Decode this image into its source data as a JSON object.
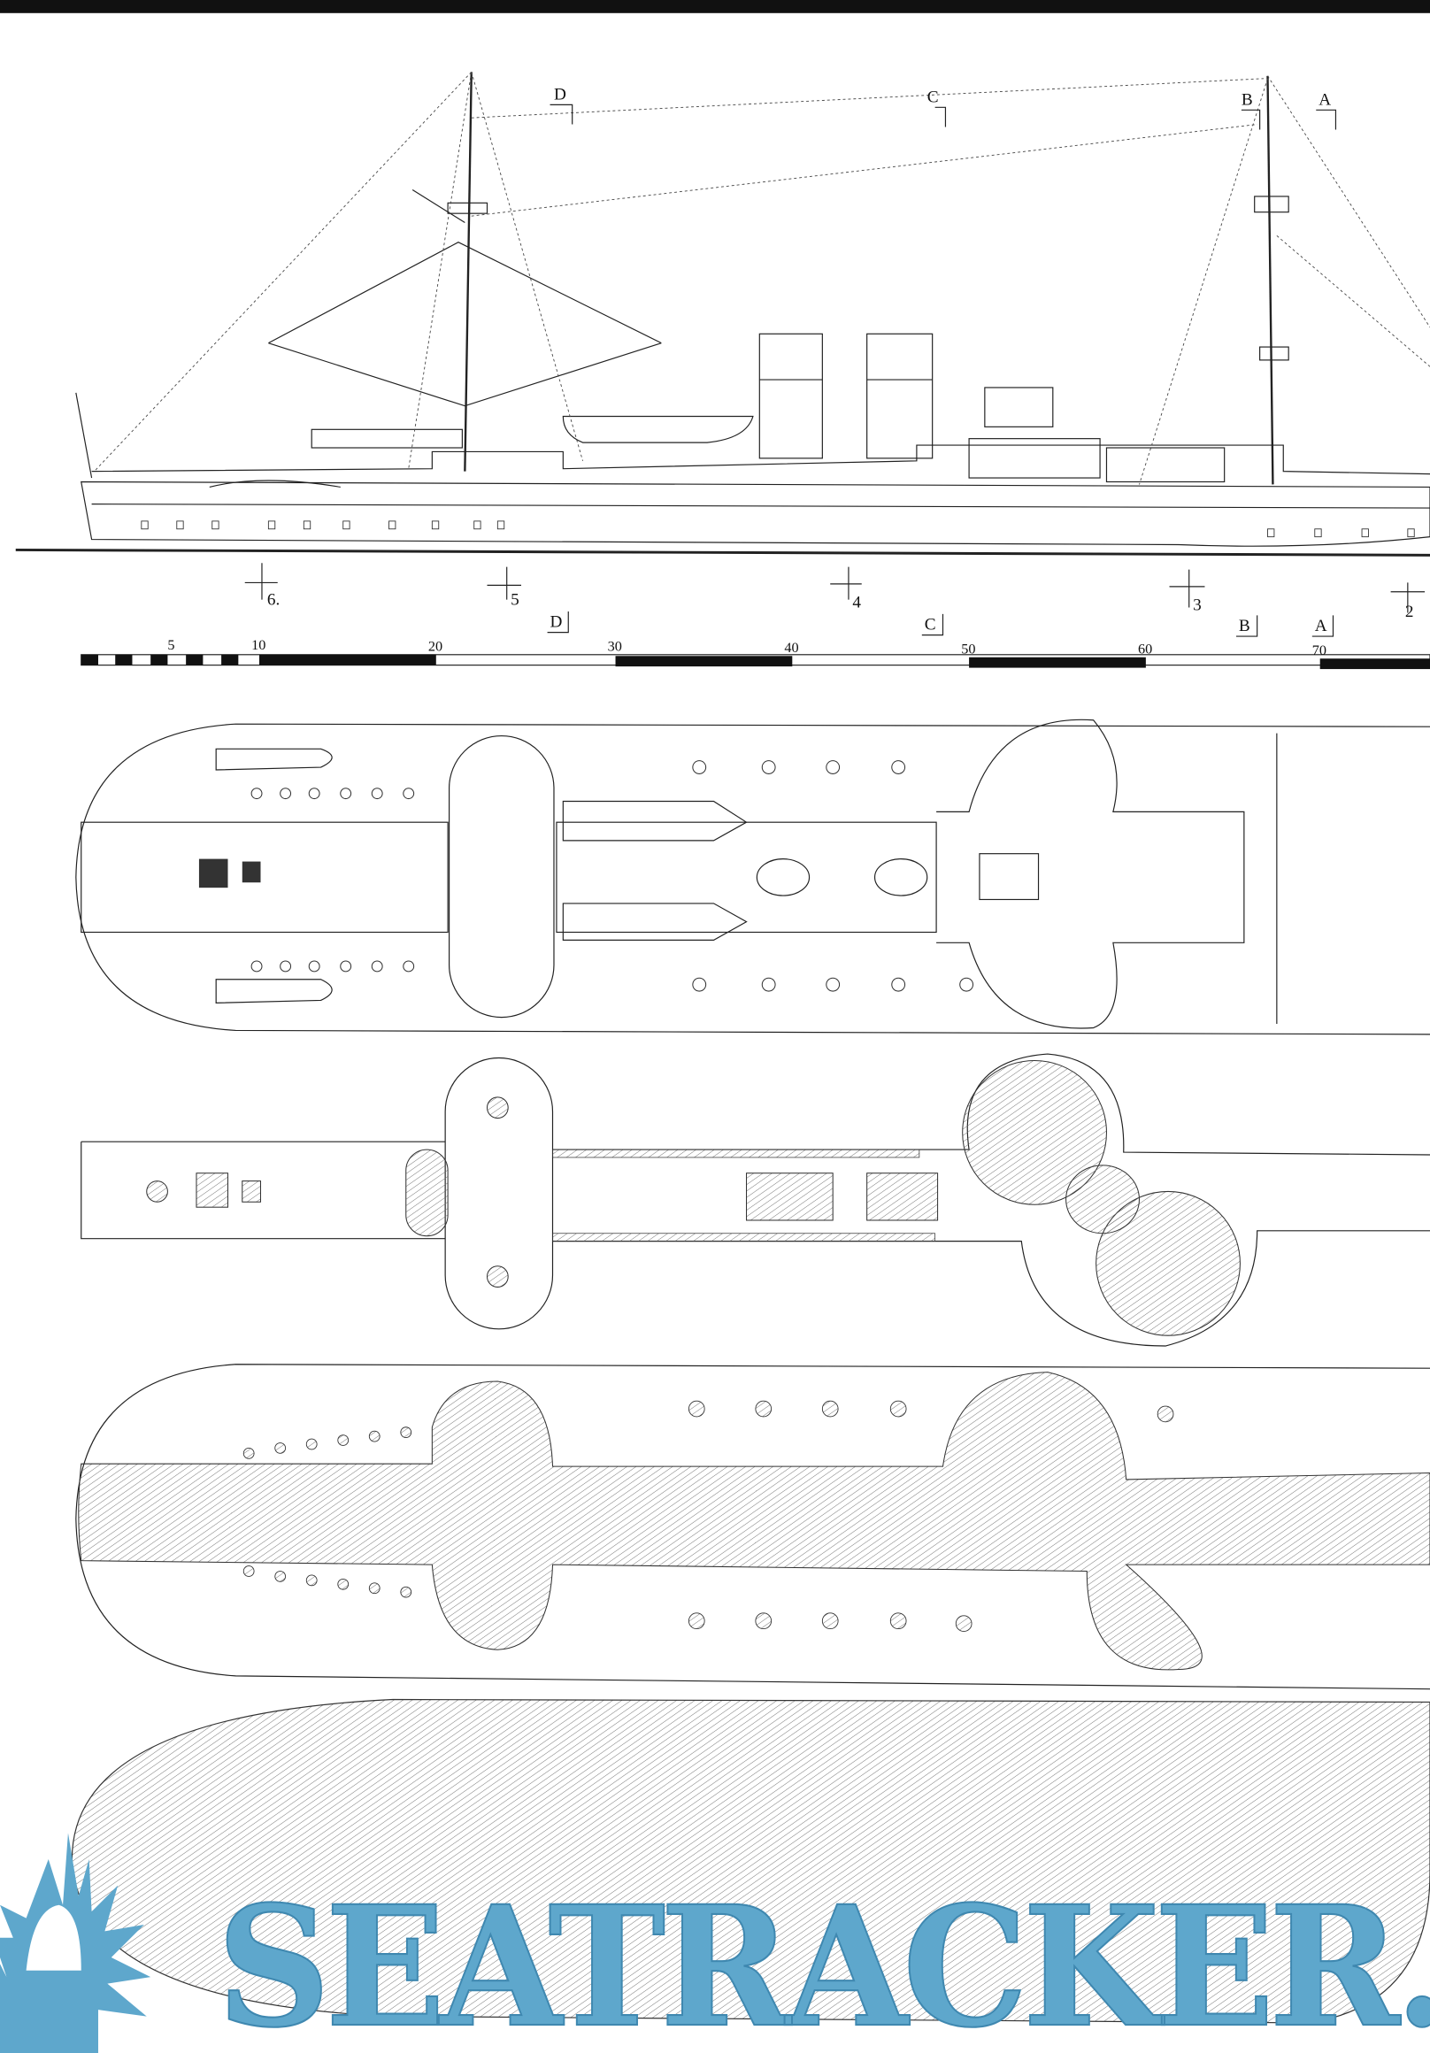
{
  "sections": {
    "top": [
      "D",
      "C",
      "B",
      "A"
    ],
    "bottom": [
      "D",
      "C",
      "B",
      "A"
    ]
  },
  "stations": [
    "6.",
    "5",
    "4",
    "3",
    "2"
  ],
  "scale": {
    "labels": [
      "5",
      "10",
      "20",
      "30",
      "40",
      "50",
      "60",
      "70"
    ]
  },
  "watermark": {
    "text": "SEATRACKER.RU",
    "color": "#5ea7cc"
  }
}
